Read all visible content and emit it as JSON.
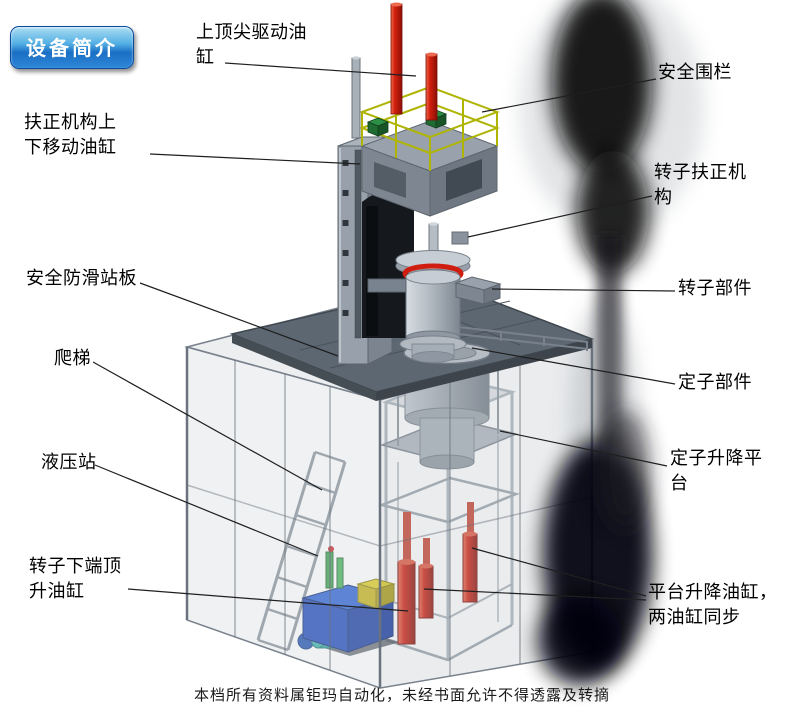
{
  "badge": {
    "label": "设备简介"
  },
  "footer": {
    "text": "本档所有资料属钜玛自动化，未经书面允许不得透露及转摘"
  },
  "labels": {
    "top_cylinder": "上顶尖驱动油缸",
    "safety_fence": "安全围栏",
    "centering_cylinder": "扶正机构上下移动油缸",
    "rotor_centering": "转子扶正机构",
    "antislip_plate": "安全防滑站板",
    "rotor_part": "转子部件",
    "ladder": "爬梯",
    "stator_part": "定子部件",
    "hydraulic_station": "液压站",
    "stator_platform": "定子升降平台",
    "rotor_jack_cylinder": "转子下端顶升油缸",
    "platform_cylinders": "平台升降油缸，两油缸同步"
  },
  "figure": {
    "colors": {
      "cylinder_red": "#d21f0e",
      "railing_yellow": "#aeb400",
      "hydraulic_blue": "#2a5fd4",
      "platform_gray": "#5d6771",
      "badge_blue": "#1a6fc4"
    }
  }
}
